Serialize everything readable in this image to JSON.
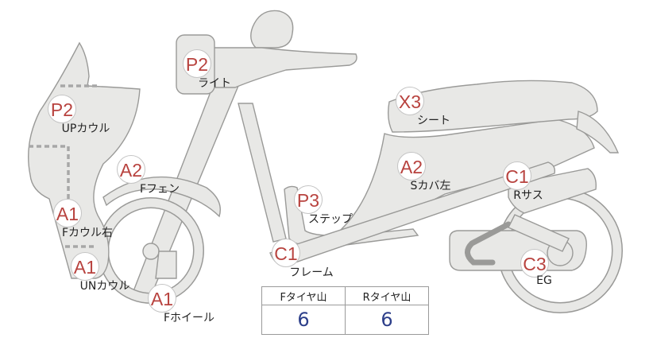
{
  "callouts": [
    {
      "id": "light",
      "grade": "P2",
      "part": "ライト"
    },
    {
      "id": "up-cowl",
      "grade": "P2",
      "part": "UPカウル"
    },
    {
      "id": "seat",
      "grade": "X3",
      "part": "シート"
    },
    {
      "id": "f-fender",
      "grade": "A2",
      "part": "Fフェン"
    },
    {
      "id": "s-cover-left",
      "grade": "A2",
      "part": "Sカバ左"
    },
    {
      "id": "r-suspension",
      "grade": "C1",
      "part": "Rサス"
    },
    {
      "id": "f-cowl-right",
      "grade": "A1",
      "part": "Fカウル右"
    },
    {
      "id": "step",
      "grade": "P3",
      "part": "ステップ"
    },
    {
      "id": "frame",
      "grade": "C1",
      "part": "フレーム"
    },
    {
      "id": "un-cowl",
      "grade": "A1",
      "part": "UNカウル"
    },
    {
      "id": "engine",
      "grade": "C3",
      "part": "EG"
    },
    {
      "id": "f-wheel",
      "grade": "A1",
      "part": "Fホイール"
    }
  ],
  "tires": {
    "headers": [
      "Fタイヤ山",
      "Rタイヤ山"
    ],
    "values": [
      "6",
      "6"
    ]
  },
  "colors": {
    "grade": "#b8433f",
    "tire_value": "#2d3f8a",
    "part_fill": "#e8e8e6",
    "part_stroke": "#9a9a98"
  }
}
